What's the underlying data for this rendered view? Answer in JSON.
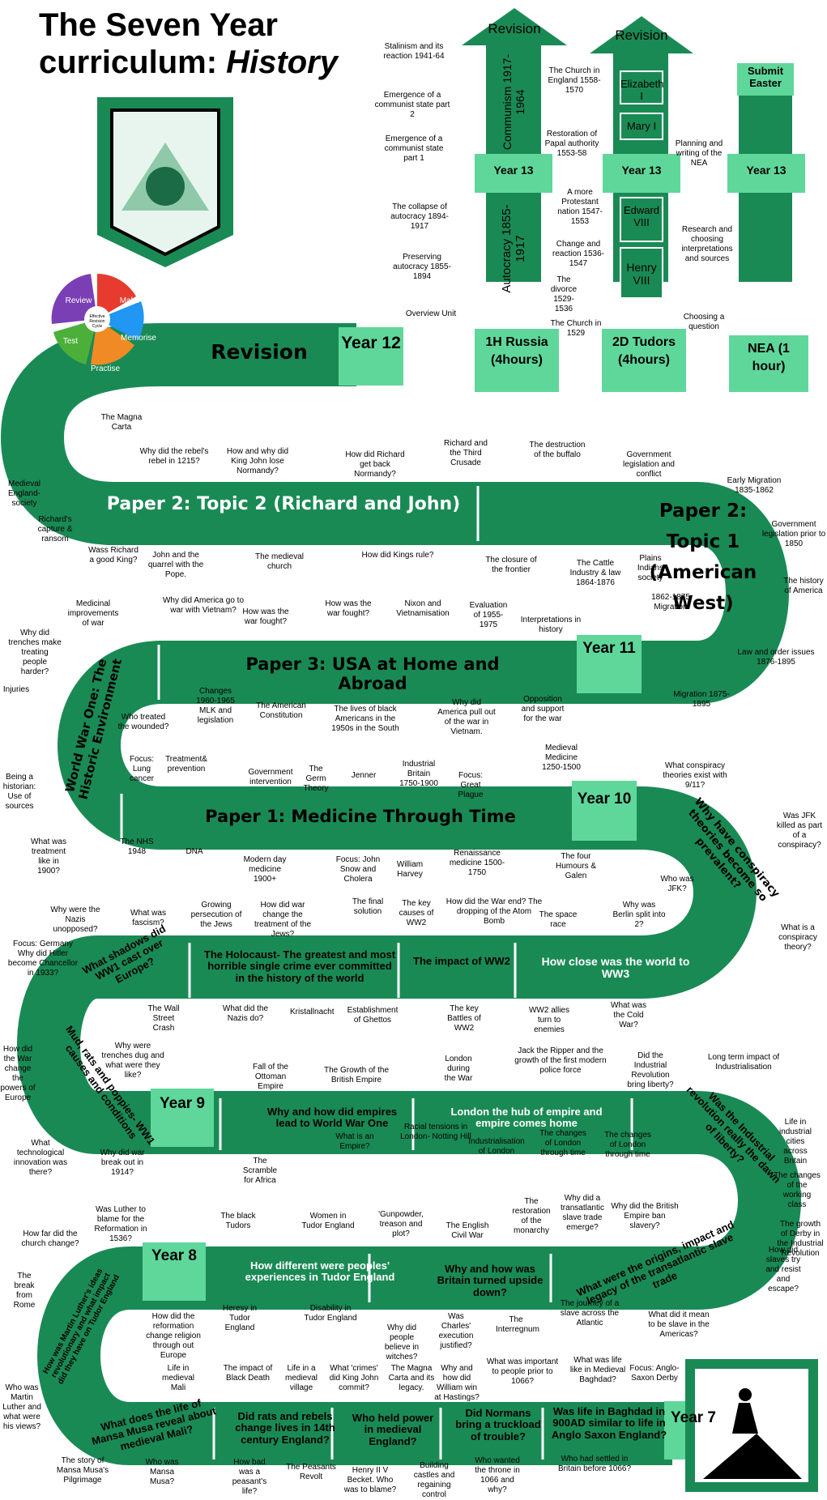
{
  "title_line1": "The Seven Year",
  "title_line2a": "curriculum: ",
  "title_line2b": "History",
  "cycle": {
    "review": "Review",
    "make": "Make",
    "memorise": "Memorise",
    "practise": "Practise",
    "test": "Test",
    "centre": "Effective Revision Cycle"
  },
  "y13": {
    "revision1": "Revision",
    "revision2": "Revision",
    "submit": "Submit Easter",
    "comm": "Communism 1917-1964",
    "auto": "Autocracy 1855-1917",
    "elizabeth": "Elizabeth I",
    "mary": "Mary I",
    "edward": "Edward VIII",
    "henry": "Henry VIII",
    "yr13a": "Year 13",
    "yr13b": "Year 13",
    "yr13c": "Year 13",
    "russia": "1H Russia (4hours)",
    "tudors": "2D Tudors (4hours)",
    "nea": "NEA (1 hour)",
    "r1": "Stalinism and its reaction 1941-64",
    "r2": "Emergence of a communist state part 2",
    "r3": "Emergence of a communist state part 1",
    "r4": "The collapse of autocracy 1894-1917",
    "r5": "Preserving autocracy 1855-1894",
    "r6": "Overview Unit",
    "t1": "The Church in England 1558-1570",
    "t2": "Restoration of Papal authority 1553-58",
    "t3": "A more Protestant nation 1547-1553",
    "t4": "Change and reaction 1536-1547",
    "t5": "The divorce 1529-1536",
    "t6": "The Church in 1529",
    "n1": "Planning and writing of the NEA",
    "n2": "Research and choosing interpretations and sources",
    "n3": "Choosing a question"
  },
  "y12": {
    "revision": "Revision",
    "year": "Year 12",
    "p2t2": "Paper 2: Topic 2 (Richard and John)",
    "p2t1": "Paper 2: Topic 1 (American West)",
    "rj": [
      "The Magna Carta",
      "Why did the rebel's rebel in 1215?",
      "How and why did King John lose Normandy?",
      "How did Richard get back Normandy?",
      "Richard and the Third Crusade",
      "Medieval England- society",
      "Richard's capture & ransom",
      "Wass Richard a good King?",
      "John and the quarrel with the Pope.",
      "The medieval church",
      "How did Kings rule?"
    ],
    "aw": [
      "The destruction of the buffalo",
      "Government legislation and conflict",
      "Early Migration 1835-1862",
      "Government legislation prior to 1850",
      "The closure of the frontier",
      "The Cattle Industry & law 1864-1876",
      "Plains Indians society",
      "1862-1875 Migration",
      "The history of America",
      "Law and order issues 1876-1895",
      "Migration 1875-1895"
    ]
  },
  "y11": {
    "year": "Year 11",
    "p3": "Paper 3: USA at Home and Abroad",
    "ww1": "World War One: The Historic Environment",
    "usa": [
      "Why did America go to war with Vietnam?",
      "How was the war fought?",
      "How was the war fought?",
      "Nixon and Vietnamisation",
      "Evaluation of 1955-1975",
      "Interpretations in history",
      "Changes 1960-1965 MLK and legislation",
      "The American Constitution",
      "The lives of black Americans in the 1950s in the South",
      "Why did America pull out of the war in Vietnam.",
      "Opposition and support for the war"
    ],
    "ww": [
      "Medicinal improvements of war",
      "Why did trenches make treating people harder?",
      "Injuries",
      "Who treated the wounded?",
      "Being a historian: Use of sources",
      "What was treatment like in 1900?"
    ]
  },
  "y10": {
    "year": "Year 10",
    "p1": "Paper 1: Medicine Through Time",
    "conspiracy": "Why have conspiracy theories become so prevalent?",
    "med": [
      "Focus: Lung cancer",
      "Treatment& prevention",
      "Government intervention",
      "The Germ Theory",
      "Jenner",
      "Industrial Britain 1750-1900",
      "Focus: Great Plague",
      "Medieval Medicine 1250-1500",
      "The NHS 1948",
      "DNA",
      "Modern day medicine 1900+",
      "Focus: John Snow and Cholera",
      "William Harvey",
      "Renaissance medicine 1500-1750",
      "The four Humours & Galen"
    ],
    "con": [
      "What conspiracy theories exist with 9/11?",
      "Was JFK killed as part of a conspiracy?",
      "Who was JFK?",
      "What is a conspiracy theory?"
    ]
  },
  "y9a": {
    "shadows": "What shadows did WW1 cast over Europe?",
    "holocaust": "The Holocaust- The greatest and most horrible single crime ever committed in the history of the world",
    "impact": "The impact of WW2",
    "close": "How close was the world to WW3",
    "labels": [
      "Why were the Nazis unopposed?",
      "What was fascism?",
      "Growing persecution of the Jews",
      "How did war change the treatment of the Jews?",
      "The final solution",
      "The key causes of WW2",
      "How did the War end? The dropping of the Atom Bomb",
      "The space race",
      "Why was Berlin split into 2?",
      "Focus: Germany Why did Hitler become Chancellor in 1933?",
      "The Wall Street Crash",
      "What did the Nazis do?",
      "Kristallnacht",
      "Establishment of Ghettos",
      "The key Battles of WW2",
      "WW2 allies turn to enemies",
      "What was the Cold War?"
    ]
  },
  "y9b": {
    "mud": "Mud, rats and poppies- WW1 causes and conditions",
    "year": "Year 9",
    "empires": "Why and how did empires lead to World War One",
    "london": "London the hub of empire and empire comes home",
    "industrial": "Was the Industrial revolution really the dawn of liberty?",
    "labels": [
      "How did the War change the powers of Europe",
      "Why were trenches dug and what were they like?",
      "Fall of the Ottoman Empire",
      "The Growth of the British Empire",
      "London during the War",
      "Jack the Ripper and the growth of the first modern police force",
      "Did the Industrial Revolution bring liberty?",
      "Long term impact of Industrialisation",
      "Life in industrial cities across Britain",
      "The changes of the working class",
      "The growth of Derby in the Industrial Revolution",
      "What technological innovation was there?",
      "Why did war break out in 1914?",
      "The Scramble for Africa",
      "What is an Empire?",
      "Racial tensions in London- Notting Hill",
      "Industrialisation of London",
      "The changes of London through time",
      "The changes of London through time"
    ]
  },
  "y8": {
    "year": "Year 8",
    "tudor": "How different were peoples' experiences in Tudor England",
    "upside": "Why and how was Britain turned upside down?",
    "slave": "What were the origins, impact and legacy of the transatlantic slave trade",
    "luther": "How was Martin Luther's ideas revolutionary and what impact did they have on Tudor England",
    "labels": [
      "Was Luther to blame for the Reformation in 1536?",
      "How far did the church change?",
      "The black Tudors",
      "Women in Tudor England",
      "'Gunpowder, treason and plot?",
      "The English Civil War",
      "The restoration of the monarchy",
      "Why did a transatlantic slave trade emerge?",
      "Why did the British Empire ban slavery?",
      "The break from Rome",
      "How did the reformation change religion through out Europe",
      "Heresy in Tudor England",
      "Disability in Tudor England",
      "Why did people believe in witches?",
      "Was Charles' execution justified?",
      "The Interregnum",
      "The journey of a slave across the Atlantic",
      "What did it mean to be slave in the Americas?",
      "How did slaves try and resist and escape?"
    ]
  },
  "y7": {
    "year": "Year 7",
    "mali": "What does the life of Mansa Musa reveal about medieval Mali?",
    "rats": "Did rats and rebels change lives in 14th century England?",
    "power": "Who held power in medieval England?",
    "normans": "Did Normans bring a truckload of trouble?",
    "baghdad": "Was life in Baghdad in 900AD similar to life in Anglo Saxon England?",
    "labels": [
      "Life in medieval Mali",
      "The impact of Black Death",
      "Life in a medieval village",
      "What 'crimes' did King John commit?",
      "The Magna Carta and its legacy.",
      "Why and how did William win at Hastings?",
      "What was important to people prior to 1066?",
      "What was life like in Medieval Baghdad?",
      "Focus: Anglo-Saxon Derby",
      "Who was Martin Luther and what were his views?",
      "The story of Mansa Musa's Pilgrimage",
      "Who was Mansa Musa?",
      "How bad was a peasant's life?",
      "The Peasants Revolt",
      "Henry II V Becket. Who was to blame?",
      "Building castles and regaining control",
      "Who wanted the throne in 1066 and why?",
      "Who had settled in Britain before 1066?"
    ]
  },
  "colors": {
    "green": "#1a8a55",
    "dark": "#157a4a",
    "light": "#5fd79b"
  }
}
